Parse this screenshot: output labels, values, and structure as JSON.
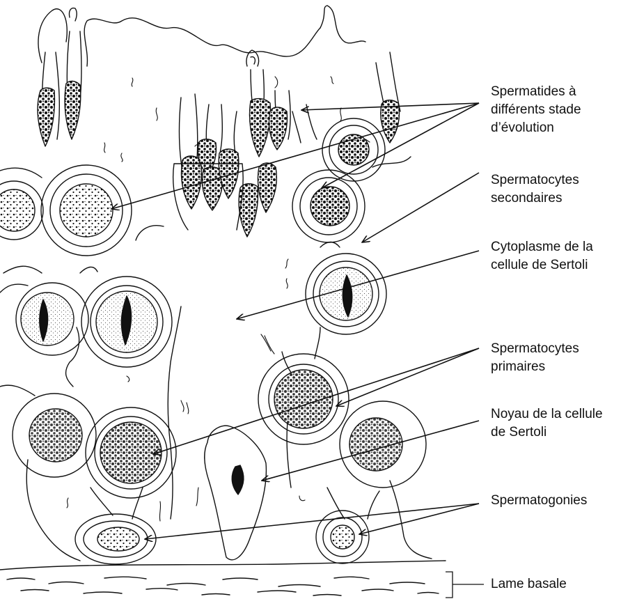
{
  "labels": {
    "spermatides": {
      "line1": "Spermatides à",
      "line2": "différents stade",
      "line3": "d’évolution"
    },
    "spermatocytes_secondaires": {
      "line1": "Spermatocytes",
      "line2": "secondaires"
    },
    "cytoplasme_sertoli": {
      "line1": "Cytoplasme de la",
      "line2": "cellule de Sertoli"
    },
    "spermatocytes_primaires": {
      "line1": "Spermatocytes",
      "line2": "primaires"
    },
    "noyau_sertoli": {
      "line1": "Noyau de la cellule",
      "line2": "de Sertoli"
    },
    "spermatogonies": {
      "line1": "Spermatogonies"
    },
    "lame_basale": {
      "line1": "Lame basale"
    }
  },
  "colors": {
    "ink": "#111111",
    "paper": "#ffffff"
  }
}
